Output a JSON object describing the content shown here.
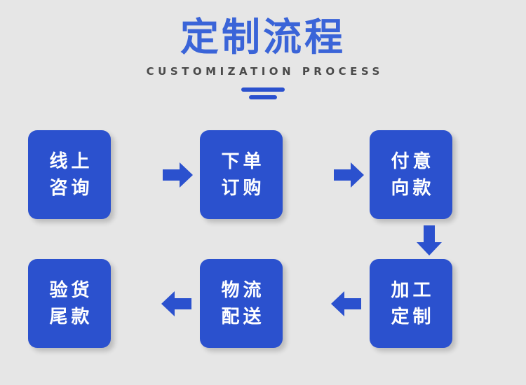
{
  "header": {
    "title": "定制流程",
    "subtitle": "CUSTOMIZATION PROCESS",
    "divider_icon": "double-bar-divider"
  },
  "theme": {
    "background": "#e6e6e6",
    "box_blue": "#2b51ce",
    "title_blue": "#3a64d8",
    "arrow_blue": "#2b51ce",
    "box_text": "#ffffff",
    "subtitle_gray": "#4a4a4a"
  },
  "steps": [
    {
      "index": "1",
      "line1": "线上",
      "line2": "咨询"
    },
    {
      "index": "2",
      "line1": "下单",
      "line2": "订购"
    },
    {
      "index": "3",
      "line1": "付意",
      "line2": "向款"
    },
    {
      "index": "4",
      "line1": "加工",
      "line2": "定制"
    },
    {
      "index": "5",
      "line1": "物流",
      "line2": "配送"
    },
    {
      "index": "6",
      "line1": "验货",
      "line2": "尾款"
    }
  ],
  "arrows": [
    {
      "name": "arrow-right-step1-step2",
      "direction": "right"
    },
    {
      "name": "arrow-right-step2-step3",
      "direction": "right"
    },
    {
      "name": "arrow-down-step3-step4",
      "direction": "down"
    },
    {
      "name": "arrow-left-step4-step5",
      "direction": "left"
    },
    {
      "name": "arrow-left-step5-step6",
      "direction": "left"
    }
  ]
}
